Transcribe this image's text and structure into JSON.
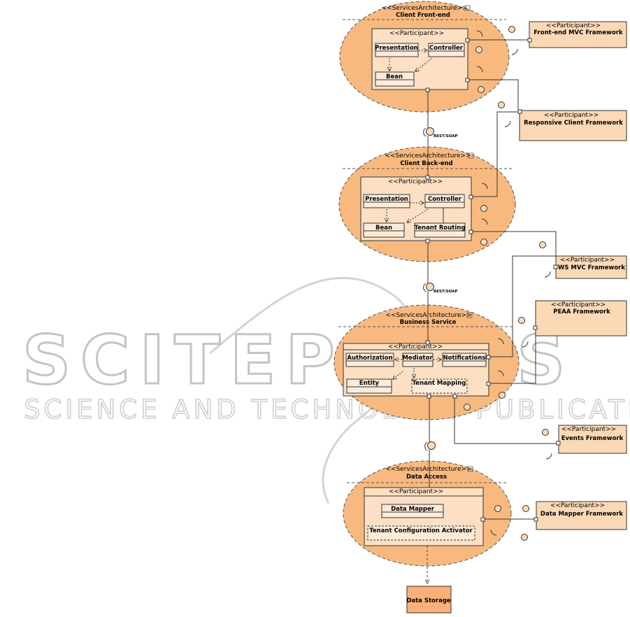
{
  "stereotypes": {
    "services_architecture": "<<ServicesArchitecture>>",
    "participant": "<<Participant>>"
  },
  "architectures": {
    "front_end": {
      "title": "Client Front-end",
      "classes": {
        "presentation": "Presentation",
        "controller": "Controller",
        "bean": "Bean"
      }
    },
    "back_end": {
      "title": "Client Back-end",
      "classes": {
        "presentation": "Presentation",
        "controller": "Controller",
        "bean": "Bean",
        "tenant_routing": "Tenant Routing"
      }
    },
    "business": {
      "title": "Business Service",
      "classes": {
        "authorization": "Authorization",
        "mediator": "Mediator",
        "notifications": "Notifications",
        "entity": "Entity",
        "tenant_mapping": "Tenant Mapping"
      }
    },
    "data_access": {
      "title": "Data Access",
      "classes": {
        "data_mapper": "Data Mapper",
        "tenant_config": "Tenant Configuration Activator"
      }
    }
  },
  "frameworks": {
    "front_end_mvc": "Front-end MVC Framework",
    "responsive_client": "Responsive Client Framework",
    "ws_mvc": "WS MVC Framework",
    "peaa": "PEAA Framework",
    "events": "Events Framework",
    "data_mapper": "Data Mapper Framework"
  },
  "interfaces": {
    "rest_soap_1": "REST/SOAP",
    "rest_soap_2": "REST/SOAP"
  },
  "data_storage": "Data Storage",
  "watermark": {
    "main": "SCITEPRESS",
    "sub": "SCIENCE AND TECHNOLOGY PUBLICATIONS"
  },
  "colors": {
    "ellipse_fill": "#f8b97f",
    "participant_fill": "#fde0c4",
    "framework_fill": "#fcd9b6",
    "class_fill": "#fdebd9",
    "stroke": "#333333"
  }
}
